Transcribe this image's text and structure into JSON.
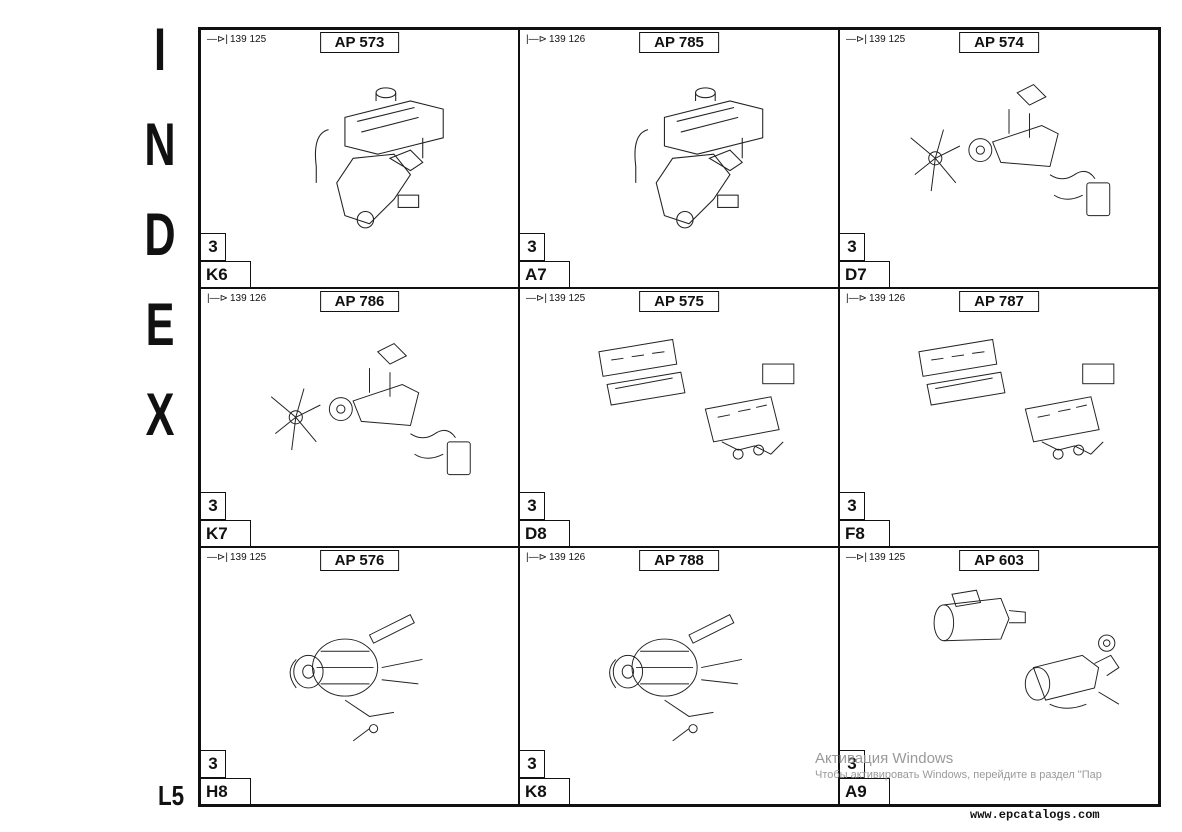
{
  "index_word": [
    "I",
    "N",
    "D",
    "E",
    "X"
  ],
  "page_number": "L5",
  "cells": [
    {
      "ref": "139 125",
      "sym": "—⊳|",
      "ap": "AP 573",
      "vol": "3",
      "code": "K6",
      "icon": "rocker-cover-drawing"
    },
    {
      "ref": "139 126",
      "sym": "|—⊳",
      "ap": "AP 785",
      "vol": "3",
      "code": "A7",
      "icon": "rocker-cover-drawing"
    },
    {
      "ref": "139 125",
      "sym": "—⊳|",
      "ap": "AP 574",
      "vol": "3",
      "code": "D7",
      "icon": "water-pump-fan-drawing"
    },
    {
      "ref": "139 126",
      "sym": "|—⊳",
      "ap": "AP 786",
      "vol": "3",
      "code": "K7",
      "icon": "water-pump-fan-drawing"
    },
    {
      "ref": "139 125",
      "sym": "—⊳|",
      "ap": "AP 575",
      "vol": "3",
      "code": "D8",
      "icon": "manifold-drawing"
    },
    {
      "ref": "139 126",
      "sym": "|—⊳",
      "ap": "AP 787",
      "vol": "3",
      "code": "F8",
      "icon": "manifold-drawing"
    },
    {
      "ref": "139 125",
      "sym": "—⊳|",
      "ap": "AP 576",
      "vol": "3",
      "code": "H8",
      "icon": "alternator-drawing"
    },
    {
      "ref": "139 126",
      "sym": "|—⊳",
      "ap": "AP 788",
      "vol": "3",
      "code": "K8",
      "icon": "alternator-drawing"
    },
    {
      "ref": "139 125",
      "sym": "—⊳|",
      "ap": "AP 603",
      "vol": "3",
      "code": "A9",
      "icon": "starter-motor-drawing"
    }
  ],
  "watermark": {
    "line1": "Активация Windows",
    "line2": "Чтобы активировать Windows, перейдите в раздел \"Пар"
  },
  "site_url": "www.epcatalogs.com"
}
